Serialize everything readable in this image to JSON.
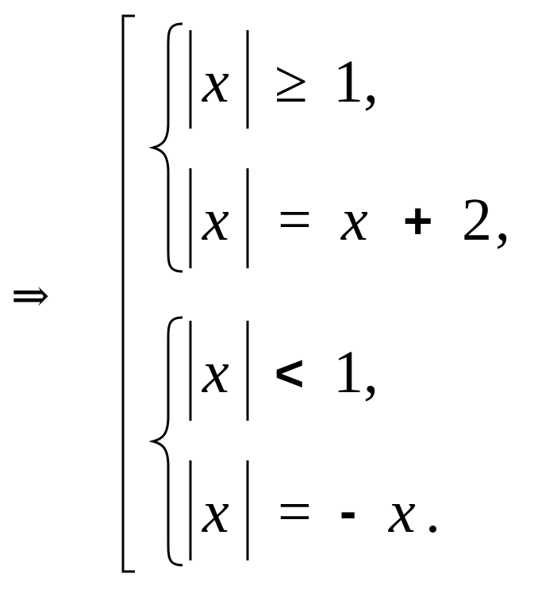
{
  "implies": "⇒",
  "systems": [
    {
      "rows": [
        {
          "var": "x",
          "relation": "≥",
          "rhs": [
            {
              "text": "1",
              "style": "roman"
            }
          ],
          "punct": ","
        },
        {
          "var": "x",
          "relation": "=",
          "rhs": [
            {
              "text": "x",
              "style": "italic"
            },
            {
              "text": "+",
              "style": "sans-bold"
            },
            {
              "text": "2",
              "style": "roman"
            }
          ],
          "punct": ","
        }
      ]
    },
    {
      "rows": [
        {
          "var": "x",
          "relation": "<",
          "rhs": [
            {
              "text": "1",
              "style": "roman"
            }
          ],
          "punct": ","
        },
        {
          "var": "x",
          "relation": "=",
          "rhs": [
            {
              "text": "-",
              "style": "sans-bold"
            },
            {
              "text": "x",
              "style": "italic"
            }
          ],
          "punct": "."
        }
      ]
    }
  ]
}
